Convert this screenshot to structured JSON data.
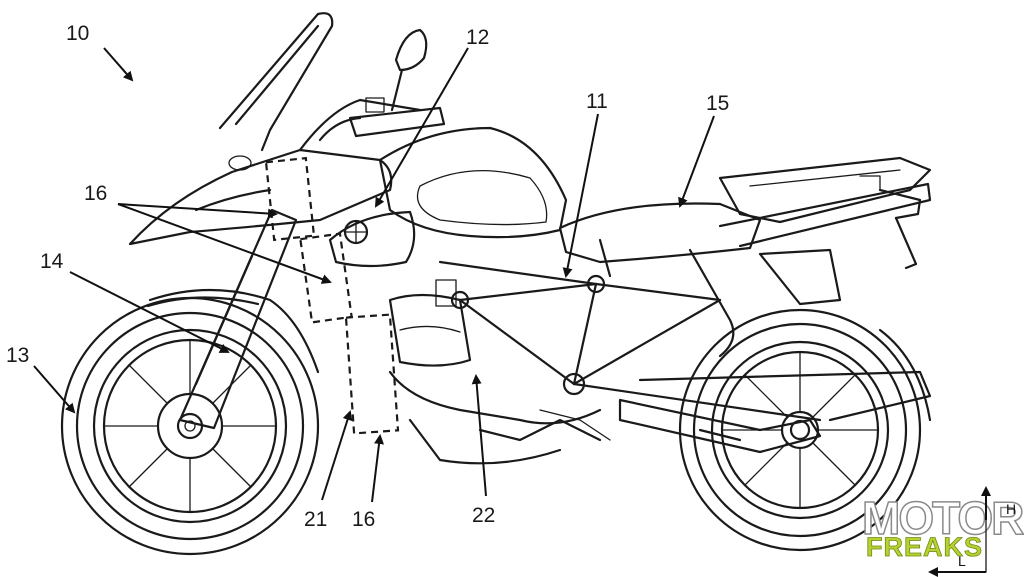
{
  "labels": {
    "l10": "10",
    "l11": "11",
    "l12": "12",
    "l13": "13",
    "l14": "14",
    "l15": "15",
    "l16_top": "16",
    "l16_bottom": "16",
    "l21": "21",
    "l22": "22"
  },
  "watermark": {
    "line1": "MOTOR",
    "line2": "FREAKS",
    "accent_color": "#b6d232"
  },
  "axis_marker": {
    "h": "H",
    "l": "L"
  }
}
